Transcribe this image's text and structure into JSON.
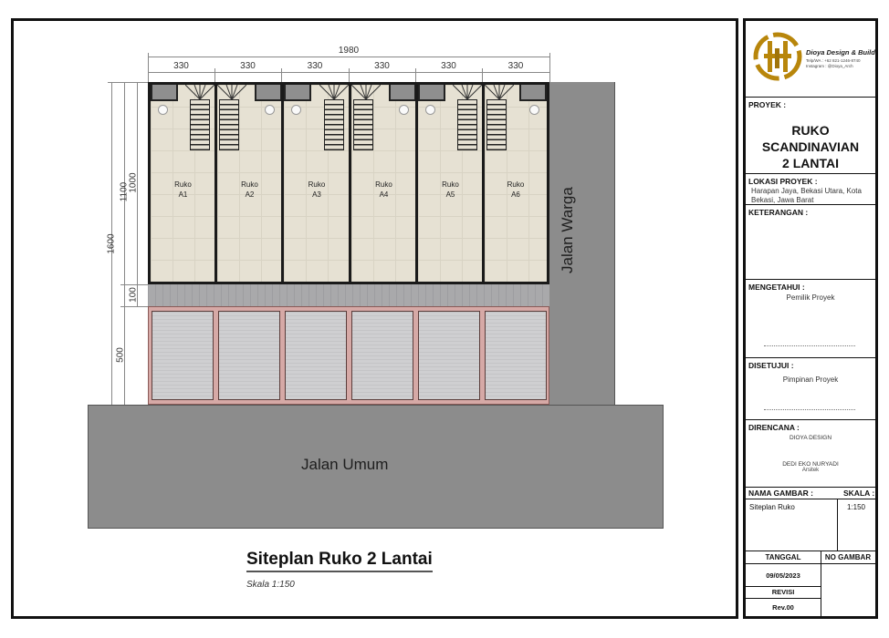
{
  "drawing": {
    "title": "Siteplan Ruko 2 Lantai",
    "scale_note": "Skala 1:150",
    "dimensions": {
      "total_width": "1980",
      "unit_widths": [
        "330",
        "330",
        "330",
        "330",
        "330",
        "330"
      ],
      "total_depth": "1600",
      "building_depth": "1100",
      "room_depth": "1000",
      "walkway_depth": "100",
      "parking_depth": "500"
    },
    "units": [
      {
        "line1": "Ruko",
        "line2": "A1",
        "layout": "bath-left"
      },
      {
        "line1": "Ruko",
        "line2": "A2",
        "layout": "bath-right"
      },
      {
        "line1": "Ruko",
        "line2": "A3",
        "layout": "bath-left"
      },
      {
        "line1": "Ruko",
        "line2": "A4",
        "layout": "bath-right"
      },
      {
        "line1": "Ruko",
        "line2": "A5",
        "layout": "bath-left"
      },
      {
        "line1": "Ruko",
        "line2": "A6",
        "layout": "bath-right"
      }
    ],
    "roads": {
      "side": "Jalan Warga",
      "main": "Jalan Umum"
    },
    "colors": {
      "floor": "#e6e1d3",
      "wall": "#1a1a1a",
      "road": "#8c8c8c",
      "parking_border": "#d6a9a6",
      "parking_fill": "#cfcfd1",
      "walkway": "#a9a9ab",
      "logo_gold": "#b8860b"
    }
  },
  "title_block": {
    "logo": {
      "icon": "dioya-monogram-logo",
      "company": "Dioya Design & Build",
      "phone_label": "Telp/WA",
      "phone": ": +62 821-1246-8740",
      "instagram_label": "Instagram",
      "instagram": ": @Dioya_Arch"
    },
    "proyek_label": "PROYEK :",
    "proyek_name_line1": "RUKO SCANDINAVIAN",
    "proyek_name_line2": "2 LANTAI",
    "lokasi_label": "LOKASI PROYEK :",
    "lokasi_value": "Harapan Jaya, Bekasi Utara, Kota Bekasi, Jawa Barat",
    "keterangan_label": "KETERANGAN :",
    "mengetahui_label": "MENGETAHUI :",
    "mengetahui_value": "Pemilik Proyek",
    "disetujui_label": "DISETUJUI :",
    "disetujui_value": "Pimpinan Proyek",
    "direncana_label": "DIRENCANA :",
    "direncana_company": "DIOYA DESIGN",
    "architect_name": "DEDI EKO NURYADI",
    "architect_role": "Arsitek",
    "nama_gambar_label": "NAMA GAMBAR :",
    "nama_gambar_value": "Siteplan Ruko",
    "skala_label": "SKALA :",
    "skala_value": "1:150",
    "tanggal_label": "TANGGAL",
    "tanggal_value": "09/05/2023",
    "no_gambar_label": "NO GAMBAR",
    "no_gambar_value": "",
    "revisi_label": "REVISI",
    "revisi_value": "Rev.00"
  }
}
